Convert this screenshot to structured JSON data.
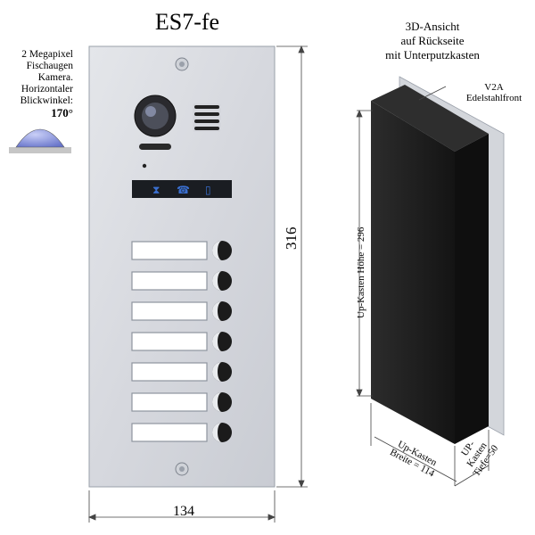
{
  "title": "ES7-fe",
  "left_caption": [
    "2 Megapixel",
    "Fischaugen",
    "Kamera.",
    "Horizontaler",
    "Blickwinkel:"
  ],
  "left_caption_angle": "170°",
  "right_caption": [
    "3D-Ansicht",
    "auf  Rückseite",
    "mit Unterputzkasten"
  ],
  "v2a_label": [
    "V2A",
    "Edelstahlfront"
  ],
  "dimensions": {
    "panel_height": "316",
    "panel_width": "134",
    "box_height": "Up-Kasten  Höhe = 296",
    "box_width": [
      "Up-Kasten",
      "Breite = 114"
    ],
    "box_depth": [
      "UP-",
      "Kasten",
      "Tiefe=50"
    ]
  },
  "panel": {
    "button_count": 7,
    "colors": {
      "front": "#d9dbe0",
      "box": "#1e1e1e",
      "lens": "#7a86d8",
      "display": "#1a1d22"
    }
  }
}
